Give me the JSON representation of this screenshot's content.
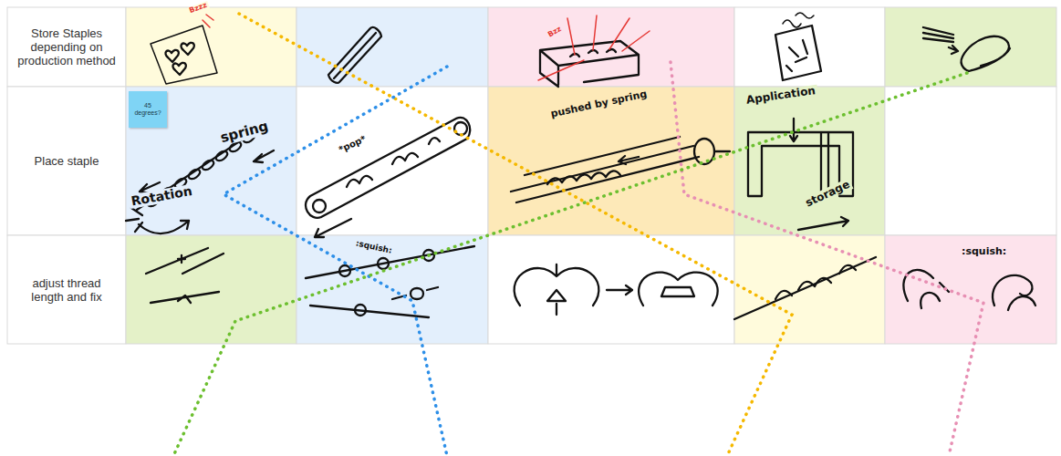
{
  "diagram": {
    "nodes": [
      {
        "text": [
          "45 degrees?"
        ]
      }
    ],
    "labels": [
      "Store Staples depending on production method",
      "Place staple",
      "adjust thread length and fix",
      "Bzzz",
      "Bzz",
      "spring",
      "Rotation",
      "*pop*",
      "pushed by spring",
      "Application",
      "storage",
      ":squish:",
      ":squish:"
    ]
  }
}
